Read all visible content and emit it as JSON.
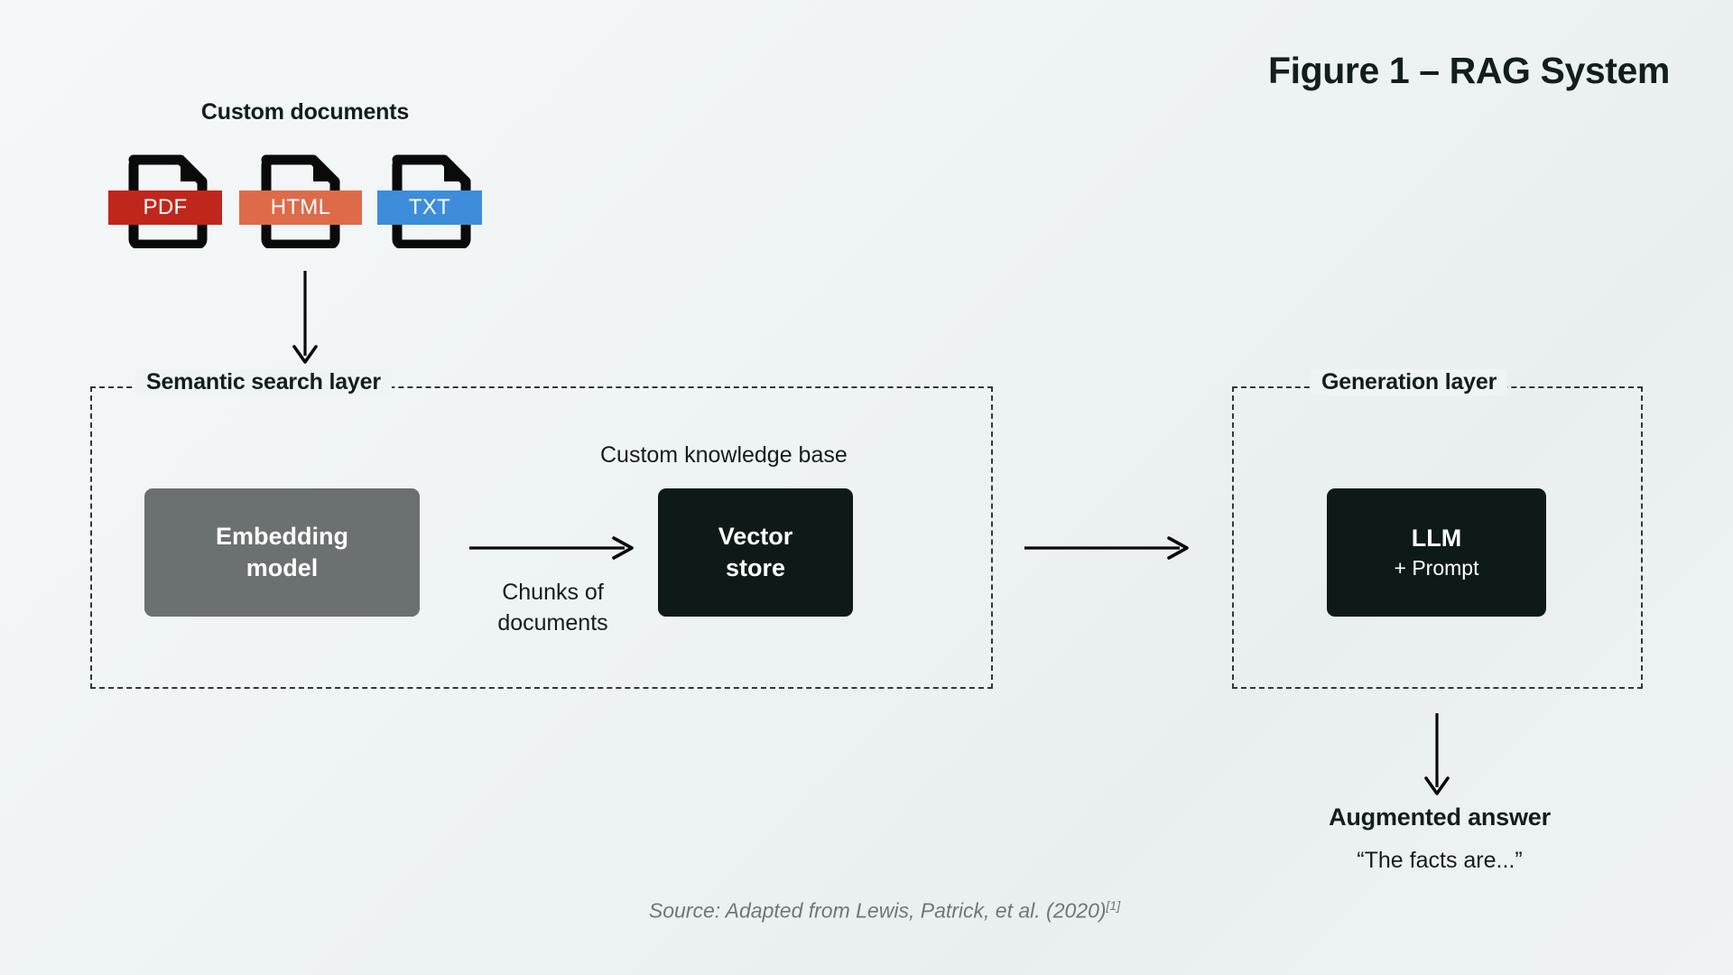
{
  "figure": {
    "title": "Figure 1 – RAG System"
  },
  "documents": {
    "caption": "Custom documents",
    "items": [
      {
        "label": "PDF",
        "color": "#c0271c",
        "icon": "file-document-icon"
      },
      {
        "label": "HTML",
        "color": "#dd6b4a",
        "icon": "file-document-icon"
      },
      {
        "label": "TXT",
        "color": "#3d8dda",
        "icon": "file-document-icon"
      }
    ]
  },
  "semantic_layer": {
    "title": "Semantic search layer",
    "embedding": {
      "line1": "Embedding",
      "line2": "model",
      "color": "#6b7070"
    },
    "chunks_label_line1": "Chunks of",
    "chunks_label_line2": "documents",
    "knowledge_base_caption": "Custom knowledge base",
    "vector_store": {
      "line1": "Vector",
      "line2": "store",
      "color": "#0e1a18"
    }
  },
  "generation_layer": {
    "title": "Generation layer",
    "llm": {
      "line1": "LLM",
      "sub": "+ Prompt",
      "color": "#0e1a18"
    }
  },
  "output": {
    "title": "Augmented answer",
    "quote": "“The facts are...”"
  },
  "source": {
    "text": "Source: Adapted from Lewis, Patrick, et al. (2020)",
    "reference": "[1]"
  },
  "colors": {
    "background_start": "#f5f8f8",
    "background_end": "#e9eff0",
    "ink": "#121e1c",
    "dashed_border": "#2c3a38",
    "source_text": "#6d7779"
  }
}
